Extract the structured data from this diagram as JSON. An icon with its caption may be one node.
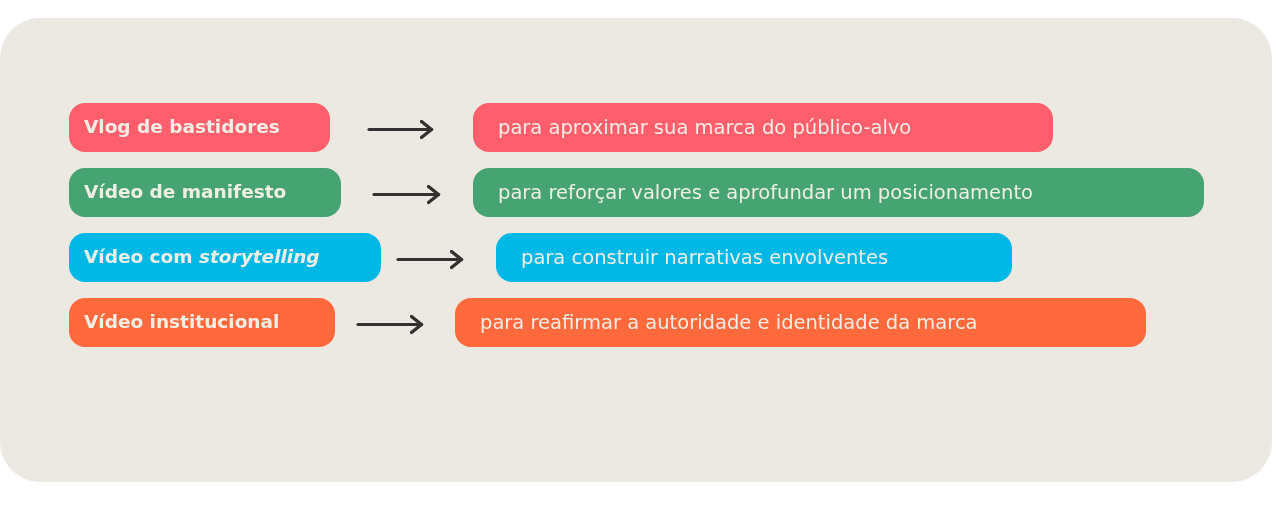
{
  "diagram": {
    "nodes": [
      {
        "text": [
          "Vlog de bastidores"
        ]
      },
      {
        "text": [
          "para aproximar sua marca do público-alvo"
        ]
      },
      {
        "text": [
          "Vídeo de manifesto"
        ]
      },
      {
        "text": [
          "para reforçar valores e aprofundar um posicionamento"
        ]
      },
      {
        "text": [
          "Vídeo com *storytelling*"
        ]
      },
      {
        "text": [
          "para construir narrativas envolventes"
        ]
      },
      {
        "text": [
          "Vídeo institucional"
        ]
      },
      {
        "text": [
          "para reafirmar a autoridade e identidade da marca"
        ]
      }
    ],
    "edges": [
      {
        "from": 0,
        "to": 1,
        "arrow": "to"
      },
      {
        "from": 2,
        "to": 3,
        "arrow": "to"
      },
      {
        "from": 4,
        "to": 5,
        "arrow": "to"
      },
      {
        "from": 6,
        "to": 7,
        "arrow": "to"
      }
    ]
  }
}
